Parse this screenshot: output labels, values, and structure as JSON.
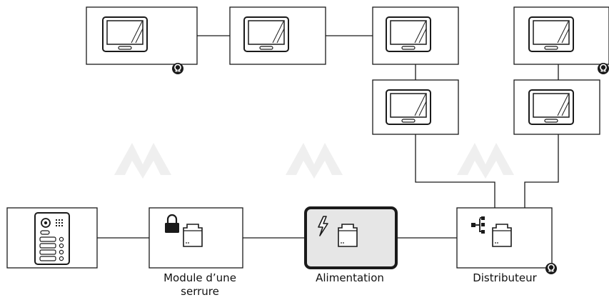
{
  "watermark": "entrya",
  "labels": {
    "lock_module": "Module d’une serrure",
    "power_supply": "Alimentation",
    "distributor": "Distributeur"
  },
  "icons": {
    "terminator": "omega-terminator-icon",
    "lock": "padlock-icon",
    "power": "lightning-bolt-icon",
    "distribution": "network-tree-icon",
    "din_module": "din-rail-module-icon",
    "door_station": "door-intercom-panel-icon",
    "monitor": "video-monitor-icon"
  },
  "colors": {
    "line": "#1a1a1a",
    "box_fill": "#ffffff",
    "highlight_fill": "#e6e6e6",
    "watermark": "#eeeeee"
  }
}
